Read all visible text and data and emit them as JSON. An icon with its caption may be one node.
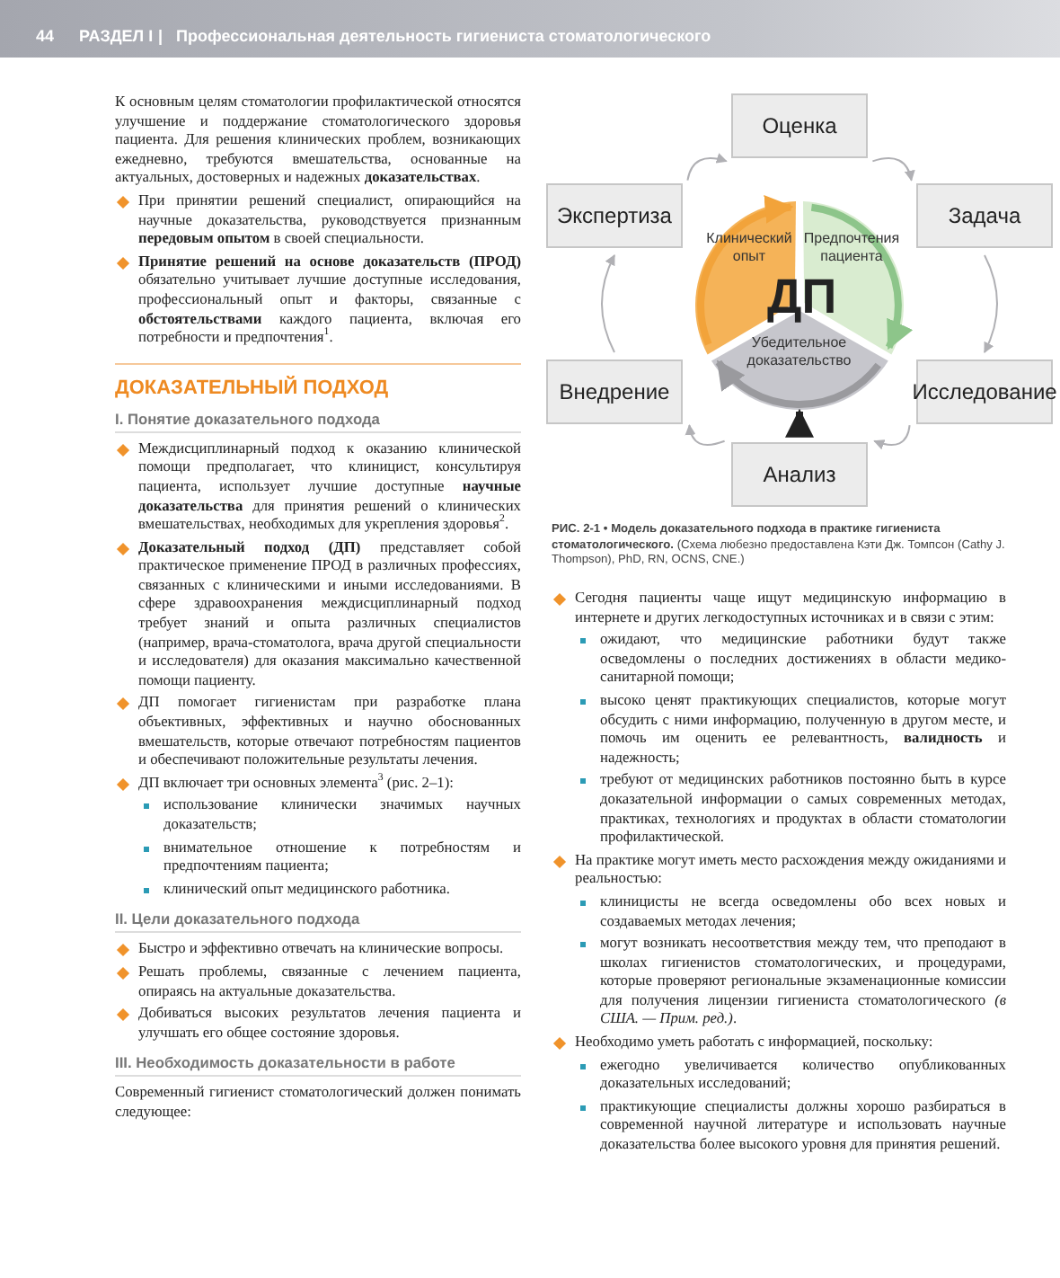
{
  "diagram": {
    "caption": "**РИС. 2-1 • Модель доказательного подхода в практике гигиениста стоматологического.** (Схема любезно предоставлена Кэти Дж. Томпсон (Cathy J. Thompson), PhD, RN, OCNS, CNE.)",
    "nodes": [
      {
        "text": [
          "Оценка"
        ]
      },
      {
        "text": [
          "Экспертиза"
        ]
      },
      {
        "text": [
          "Задача"
        ]
      },
      {
        "text": [
          "Клинический опыт"
        ]
      },
      {
        "text": [
          "Предпочтения пациента"
        ]
      },
      {
        "text": [
          "Убедительное доказательство"
        ]
      },
      {
        "text": [
          "Внедрение"
        ]
      },
      {
        "text": [
          "Исследование"
        ]
      },
      {
        "text": [
          "Анализ"
        ]
      }
    ],
    "edges": [
      {
        "from": 0,
        "to": 2,
        "arrow": "to"
      },
      {
        "from": 2,
        "to": 7,
        "arrow": "to"
      },
      {
        "from": 7,
        "to": 8,
        "arrow": "to"
      },
      {
        "from": 8,
        "to": 6,
        "arrow": "to"
      },
      {
        "from": 6,
        "to": 1,
        "arrow": "to"
      },
      {
        "from": 1,
        "to": 0,
        "arrow": "to"
      },
      {
        "from": 3,
        "to": 4,
        "arrow": "to",
        "style": "thick",
        "color": "#f2a33a"
      },
      {
        "from": 4,
        "to": 5,
        "arrow": "to",
        "style": "thick",
        "color": "#8dc58a"
      },
      {
        "from": 5,
        "to": 3,
        "arrow": "to",
        "style": "thick",
        "color": "#9a9a9e"
      },
      {
        "from": 8,
        "to": 5,
        "arrow": "to",
        "style": "thick",
        "color": "#222222"
      }
    ],
    "labels": [
      "44",
      "РАЗДЕЛ I",
      "|",
      "Профессиональная деятельность гигиениста стоматологического",
      "К основным целям стоматологии профилактической относятся улучшение и поддержание стоматологического здоровья пациента. Для решения клинических проблем, возникающих ежедневно, требуются вмешательства, основанные на актуальных, достоверных и надежных **доказательствах**.",
      "При принятии решений специалист, опирающийся на научные доказательства, руководствуется признанным **передовым опытом** в своей специальности.",
      "**Принятие решений на основе доказательств (ПРОД)** обязательно учитывает лучшие доступные исследования, профессиональный опыт и факторы, связанные с **обстоятельствами** каждого пациента, включая его потребности и предпочтения$^{1}$.",
      "ДОКАЗАТЕЛЬНЫЙ ПОДХОД",
      "I. Понятие доказательного подхода",
      "Междисциплинарный подход к оказанию клинической помощи предполагает, что клиницист, консультируя пациента, использует лучшие доступные **научные доказательства** для принятия решений о клинических вмешательствах, необходимых для укрепления здоровья$^{2}$.",
      "**Доказательный подход (ДП)** представляет собой практическое применение ПРОД в различных профессиях, связанных с клиническими и иными исследованиями. В сфере здравоохранения междисциплинарный подход требует знаний и опыта различных специалистов (например, врача-стоматолога, врача другой специальности и исследователя) для оказания максимально качественной помощи пациенту.",
      "ДП помогает гигиенистам при разработке плана объективных, эффективных и научно обоснованных вмешательств, которые отвечают потребностям пациентов и обеспечивают положительные результаты лечения.",
      "ДП включает три основных элемента$^{3}$ (рис. 2–1):",
      "использование клинически значимых научных доказательств;",
      "внимательное отношение к потребностям и предпочтениям пациента;",
      "клинический опыт медицинского работника.",
      "II. Цели доказательного подхода",
      "Быстро и эффективно отвечать на клинические вопросы.",
      "Решать проблемы, связанные с лечением пациента, опираясь на актуальные доказательства.",
      "Добиваться высоких результатов лечения пациента и улучшать его общее состояние здоровья.",
      "III. Необходимость доказательности в работе",
      "Современный гигиенист стоматологический должен понимать следующее:",
      "ДП",
      "Сегодня пациенты чаще ищут медицинскую информацию в интернете и других легкодоступных источниках и в связи с этим:",
      "ожидают, что медицинские работники будут также осведомлены о последних достижениях в области медико-санитарной помощи;",
      "высоко ценят практикующих специалистов, которые могут обсудить с ними информацию, полученную в другом месте, и помочь им оценить ее релевантность, **валидность** и надежность;",
      "требуют от медицинских работников постоянно быть в курсе доказательной информации о самых современных методах, практиках, технологиях и продуктах в области стоматологии профилактической.",
      "На практике могут иметь место расхождения между ожиданиями и реальностью:",
      "клиницисты не всегда осведомлены обо всех новых и создаваемых методах лечения;",
      "могут возникать несоответствия между тем, что преподают в школах гигиенистов стоматологических, и процедурами, которые проверяют региональные экзаменационные комиссии для получения лицензии гигиениста стоматологического *(в США. — Прим. ред.)*.",
      "Необходимо уметь работать с информацией, поскольку:",
      "ежегодно увеличивается количество опубликованных доказательных исследований;",
      "практикующие специалисты должны хорошо разбираться в современной научной литературе и использовать научные доказательства более высокого уровня для принятия решений."
    ]
  }
}
